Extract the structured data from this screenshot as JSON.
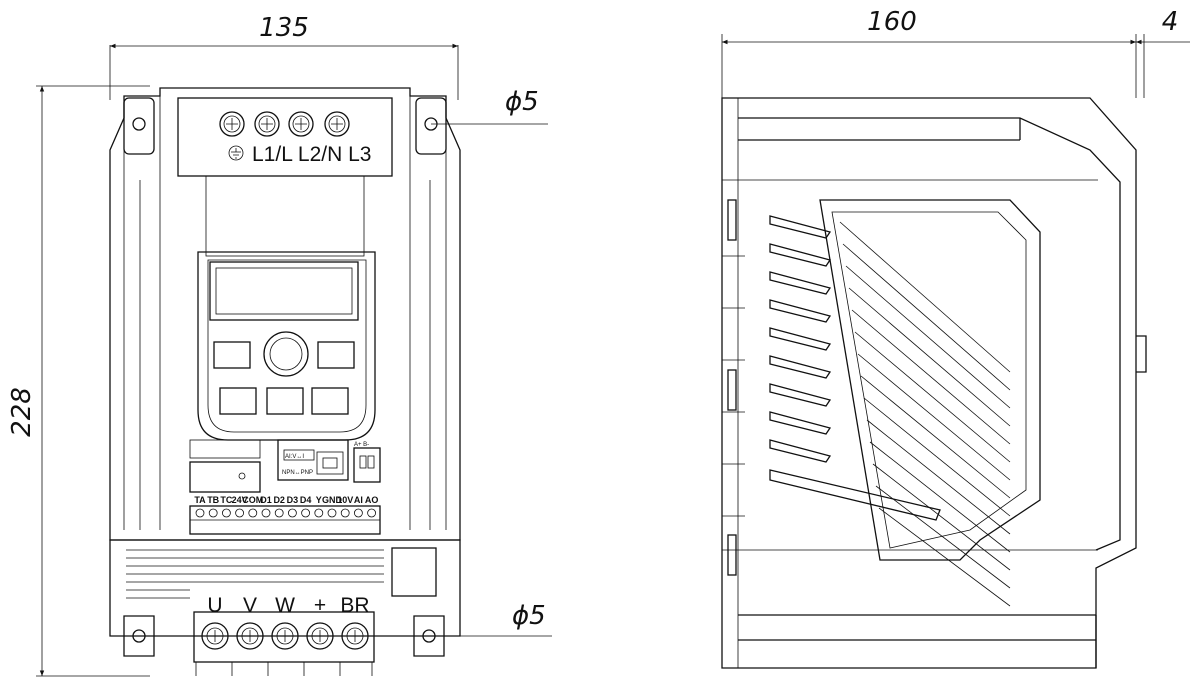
{
  "dimensions": {
    "width": "135",
    "height": "228",
    "depth": "160",
    "offset": "4",
    "hole_top": "ϕ5",
    "hole_bottom": "ϕ5"
  },
  "input_terminals": {
    "ground": "⏚",
    "labels": "L1/L L2/N L3"
  },
  "output_terminals": [
    "U",
    "V",
    "W",
    "+",
    "BR"
  ],
  "control_terminals": [
    "TA",
    "TB",
    "TC",
    "24V",
    "COM",
    "D1",
    "D2",
    "D3",
    "D4",
    "Y",
    "GND",
    "10V",
    "AI",
    "AO"
  ],
  "switches": {
    "analog": "AI:V↔I",
    "logic": "NPN↔PNP",
    "rs485": "A+ B-"
  }
}
